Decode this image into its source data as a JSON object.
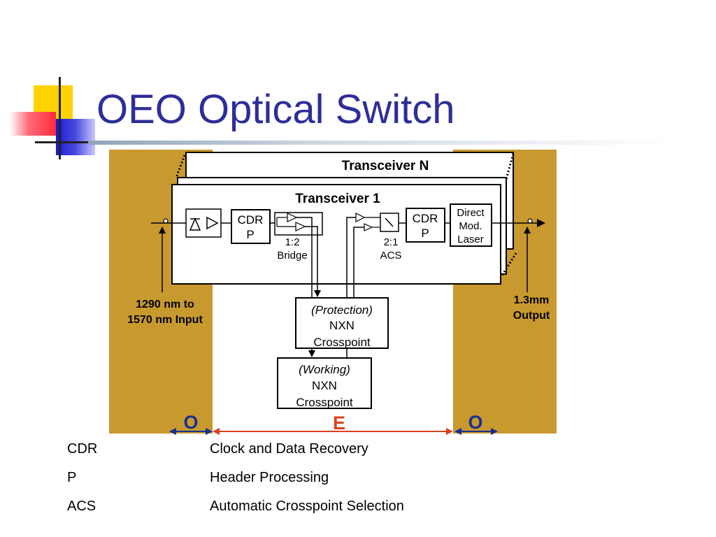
{
  "slide": {
    "title": "OEO Optical Switch"
  },
  "diagram": {
    "transceiver_n": "Transceiver N",
    "transceiver_1": "Transceiver 1",
    "cdr_p_1": [
      "CDR",
      "P"
    ],
    "cdr_p_2": [
      "CDR",
      "P"
    ],
    "bridge": [
      "1:2",
      "Bridge"
    ],
    "acs": [
      "2:1",
      "ACS"
    ],
    "laser": [
      "Direct",
      "Mod.",
      "Laser"
    ],
    "input_label": [
      "1290 nm to",
      "1570 nm Input"
    ],
    "output_label": [
      "1.3mm",
      "Output"
    ],
    "protection": [
      "(Protection)",
      "NXN",
      "Crosspoint"
    ],
    "working": [
      "(Working)",
      "NXN",
      "Crosspoint"
    ],
    "domain_o_left": "O",
    "domain_e": "E",
    "domain_o_right": "O",
    "colors": {
      "band": "#c8992e",
      "o_arrow": "#1a2f8f",
      "e_arrow": "#d9411e"
    }
  },
  "legend": [
    {
      "term": "CDR",
      "definition": "Clock and Data Recovery"
    },
    {
      "term": "P",
      "definition": "Header Processing"
    },
    {
      "term": "ACS",
      "definition": "Automatic Crosspoint Selection"
    }
  ]
}
